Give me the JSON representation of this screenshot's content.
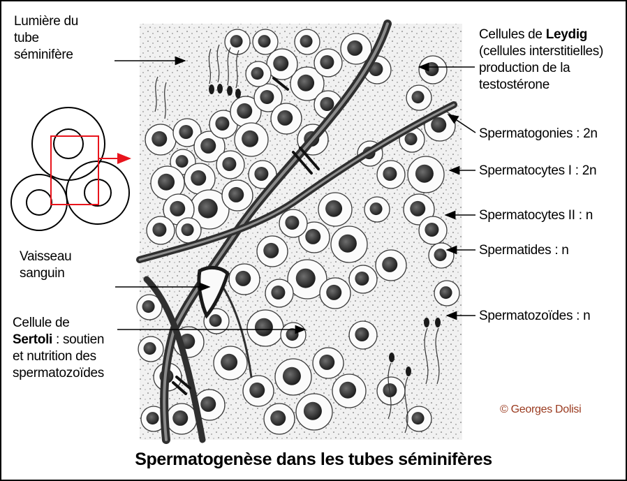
{
  "labels": {
    "lumiere": [
      "Lumière du",
      "tube",
      "séminifère"
    ],
    "vaisseau": [
      "Vaisseau",
      "sanguin"
    ],
    "sertoli_line1": "Cellule de",
    "sertoli_bold": "Sertoli",
    "sertoli_rest": " : soutien",
    "sertoli_line3": "et nutrition des",
    "sertoli_line4": "spermatozoïdes",
    "leydig_prefix": "Cellules de ",
    "leydig_bold": "Leydig",
    "leydig_lines": [
      "(cellules interstitielles)",
      "production de la",
      "testostérone"
    ],
    "spermatogonies": "Spermatogonies : 2n",
    "spermatocytes1": "Spermatocytes I :  2n",
    "spermatocytes2": "Spermatocytes II : n",
    "spermatides": "Spermatides : n",
    "spermatozoides": "Spermatozoïdes : n"
  },
  "credit": "© Georges Dolisi",
  "title": "Spermatogenèse dans les tubes séminifères",
  "colors": {
    "arrow": "#000000",
    "highlight": "#e8141c",
    "credit": "#9a3a1f"
  }
}
